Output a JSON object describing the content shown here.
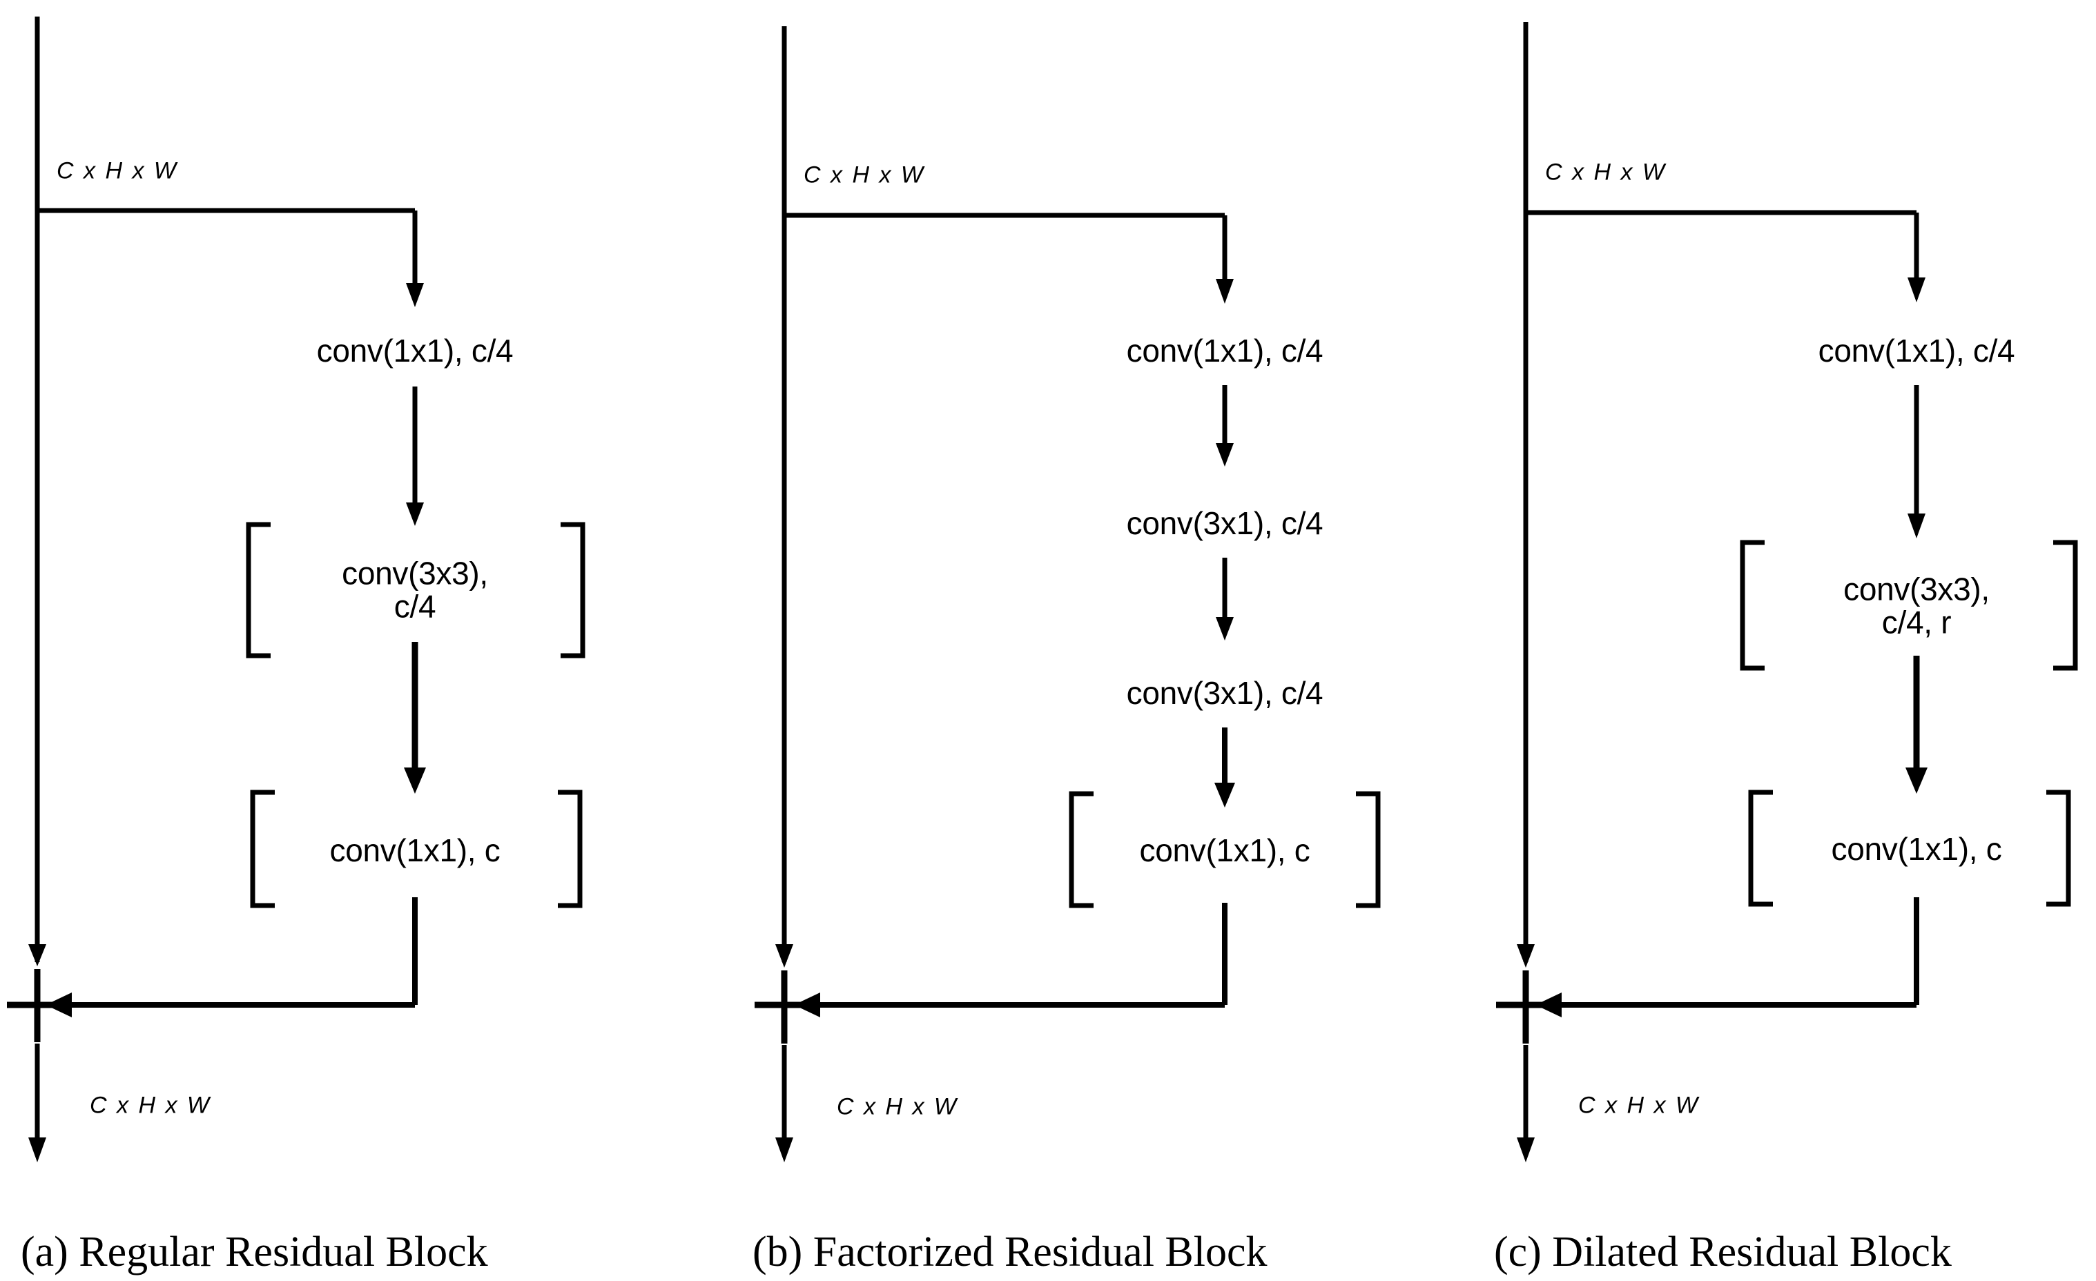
{
  "figure": {
    "background": "#ffffff",
    "stroke_color": "#000000",
    "artifact_color": "#29abe2"
  },
  "panels": [
    {
      "id": "a",
      "caption": "(a) Regular Residual Block",
      "input_dim": "C x H x W",
      "output_dim": "C x H x W",
      "merge_symbol": "+",
      "nodes": [
        {
          "label": "conv(1x1), c/4",
          "bracketed": false,
          "lines": [
            "conv(1x1), c/4"
          ]
        },
        {
          "label": "conv(3x3), c/4",
          "bracketed": true,
          "lines": [
            "conv(3x3),",
            "c/4"
          ]
        },
        {
          "label": "conv(1x1), c",
          "bracketed": true,
          "lines": [
            "conv(1x1), c"
          ]
        }
      ]
    },
    {
      "id": "b",
      "caption": "(b) Factorized Residual Block",
      "input_dim": "C x H x W",
      "output_dim": "C x H x W",
      "merge_symbol": "+",
      "nodes": [
        {
          "label": "conv(1x1), c/4",
          "bracketed": false,
          "lines": [
            "conv(1x1), c/4"
          ]
        },
        {
          "label": "conv(3x1), c/4",
          "bracketed": false,
          "lines": [
            "conv(3x1), c/4"
          ]
        },
        {
          "label": "conv(3x1), c/4",
          "bracketed": false,
          "lines": [
            "conv(3x1), c/4"
          ]
        },
        {
          "label": "conv(1x1), c",
          "bracketed": true,
          "lines": [
            "conv(1x1), c"
          ]
        }
      ]
    },
    {
      "id": "c",
      "caption": "(c) Dilated Residual Block",
      "input_dim": "C x H x W",
      "output_dim": "C x H x W",
      "merge_symbol": "+",
      "nodes": [
        {
          "label": "conv(1x1), c/4",
          "bracketed": false,
          "lines": [
            "conv(1x1), c/4"
          ]
        },
        {
          "label": "conv(3x3), c/4, r",
          "bracketed": true,
          "lines": [
            "conv(3x3),",
            "c/4, r"
          ]
        },
        {
          "label": "conv(1x1), c",
          "bracketed": true,
          "lines": [
            "conv(1x1), c"
          ]
        }
      ]
    }
  ]
}
